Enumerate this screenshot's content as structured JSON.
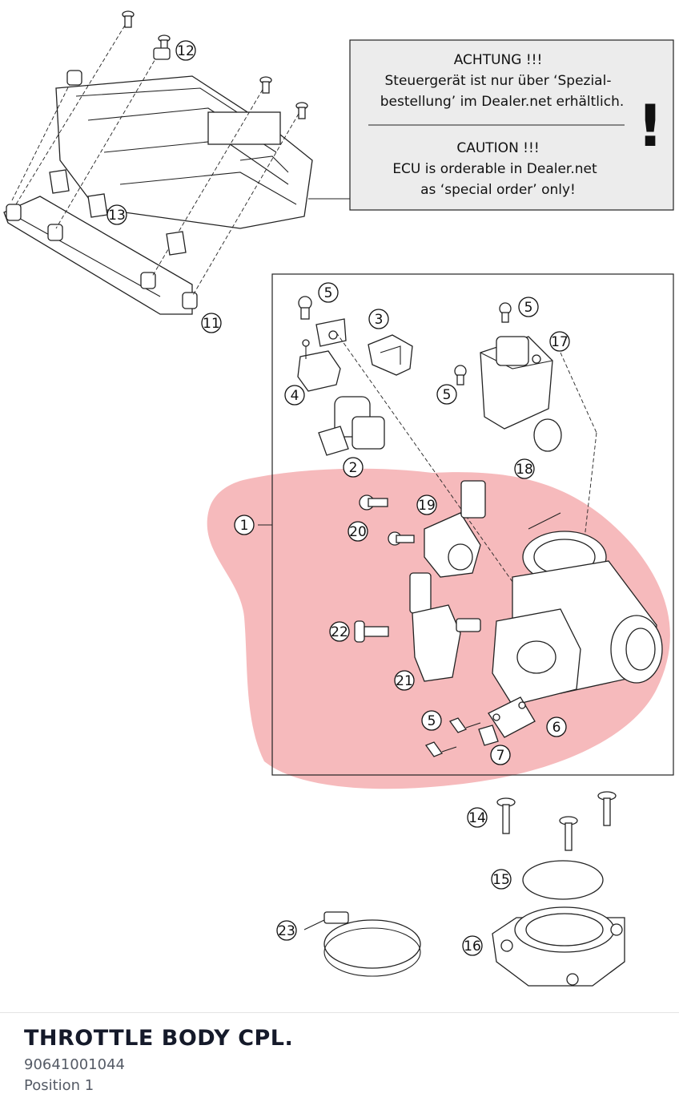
{
  "colors": {
    "highlight": "#f4a7a9",
    "note_box": "#ececec",
    "line": "#222222",
    "title": "#151a2a",
    "subtext": "#555b66"
  },
  "diagram": {
    "note": {
      "line1": "ACHTUNG !!!",
      "line2": "Steuergerät ist nur über ‘Spezial-",
      "line3": "bestellung’ im Dealer.net erhältlich.",
      "line4": "CAUTION !!!",
      "line5": "ECU is orderable in Dealer.net",
      "line6": "as ‘special order’ only!",
      "mark": "!"
    },
    "callouts": {
      "c1": "1",
      "c2": "2",
      "c3": "3",
      "c4": "4",
      "c5a": "5",
      "c5b": "5",
      "c5c": "5",
      "c5d": "5",
      "c6": "6",
      "c7": "7",
      "c11": "11",
      "c12": "12",
      "c13": "13",
      "c14": "14",
      "c15": "15",
      "c16": "16",
      "c17": "17",
      "c18": "18",
      "c19": "19",
      "c20": "20",
      "c21": "21",
      "c22": "22",
      "c23": "23"
    }
  },
  "footer": {
    "title": "THROTTLE BODY CPL.",
    "part_number": "90641001044",
    "position": "Position 1"
  }
}
